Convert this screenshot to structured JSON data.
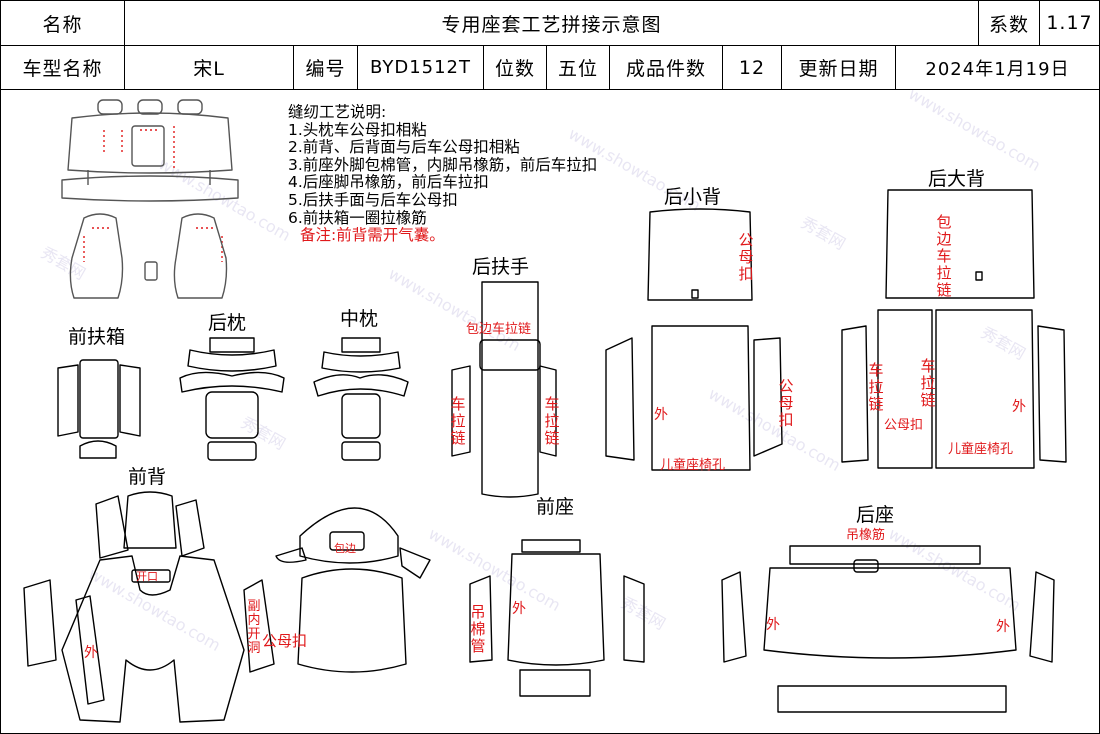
{
  "header": {
    "name_label": "名称",
    "title": "专用座套工艺拼接示意图",
    "coef_label": "系数",
    "coef_value": "1.17",
    "model_label": "车型名称",
    "model_value": "宋L",
    "code_label": "编号",
    "code_value": "BYD1512T",
    "seats_label": "位数",
    "seats_value": "五位",
    "pieces_label": "成品件数",
    "pieces_value": "12",
    "date_label": "更新日期",
    "date_value": "2024年1月19日"
  },
  "notes": {
    "heading": "缝纫工艺说明:",
    "items": [
      "1.头枕车公母扣相粘",
      "2.前背、后背面与后车公母扣相粘",
      "3.前座外脚包棉管，内脚吊橡筋，前后车拉扣",
      "4.后座脚吊橡筋，前后车拉扣",
      "5.后扶手面与后车公母扣",
      "6.前扶箱一圈拉橡筋"
    ],
    "remark": "备注:前背需开气囊。"
  },
  "labels": {
    "front_armbox": "前扶箱",
    "rear_headrest": "后枕",
    "mid_headrest": "中枕",
    "rear_armrest": "后扶手",
    "rear_small_back": "后小背",
    "rear_big_back": "后大背",
    "front_back": "前背",
    "front_seat": "前座",
    "rear_seat": "后座"
  },
  "annotations": {
    "edge_zipper": "包边车拉链",
    "sew_zipper": "车拉链",
    "snap": "公母扣",
    "outer": "外",
    "child_seat_hole": "儿童座椅孔",
    "edge_sew_zipper": "包边车拉链",
    "elastic": "吊橡筋",
    "open": "开口",
    "edge": "包边",
    "pull_hood": "副内开洞",
    "foam_tube": "吊棉管"
  },
  "watermark": {
    "site": "www.showtao.com",
    "brand": "秀套网"
  },
  "colors": {
    "annotation_red": "#e0191b",
    "line": "#000000",
    "watermark": "#d7d2ea"
  }
}
